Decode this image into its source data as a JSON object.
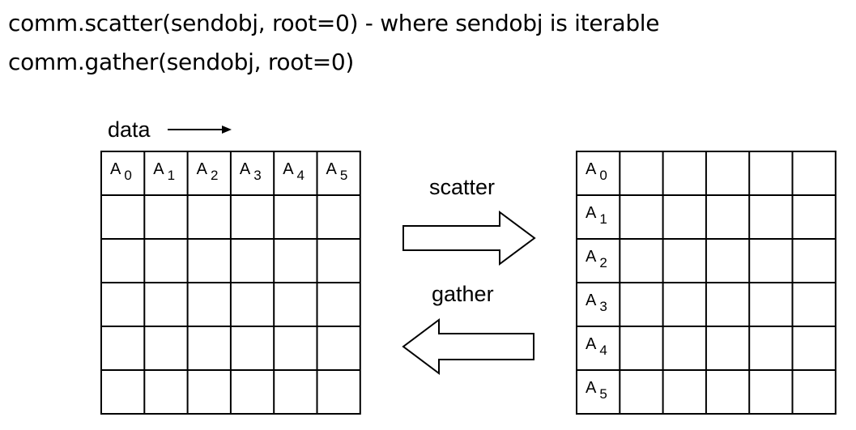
{
  "header": {
    "line1": "comm.scatter(sendobj, root=0) - where sendobj is iterable",
    "line2": "comm.gather(sendobj, root=0)"
  },
  "diagram": {
    "data_label": "data",
    "scatter_label": "scatter",
    "gather_label": "gather",
    "cell_letter": "A",
    "cell_indices": [
      "0",
      "1",
      "2",
      "3",
      "4",
      "5"
    ],
    "rows": 6,
    "cols": 6
  }
}
